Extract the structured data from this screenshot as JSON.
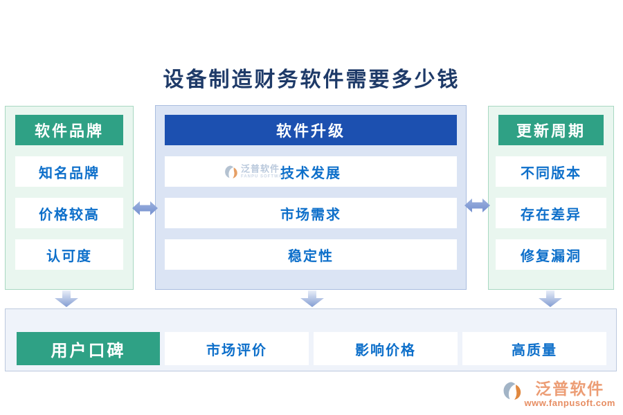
{
  "title": "设备制造财务软件需要多少钱",
  "columns": [
    {
      "header": "软件品牌",
      "accent": "#2fa185",
      "items": [
        "知名品牌",
        "价格较高",
        "认可度"
      ]
    },
    {
      "header": "软件升级",
      "accent": "#1c50b0",
      "items": [
        "技术发展",
        "市场需求",
        "稳定性"
      ]
    },
    {
      "header": "更新周期",
      "accent": "#2fa185",
      "items": [
        "不同版本",
        "存在差异",
        "修复漏洞"
      ]
    }
  ],
  "bottom_row": {
    "header": "用户口碑",
    "items": [
      "市场评价",
      "影响价格",
      "高质量"
    ]
  },
  "watermark": {
    "brand": "泛普软件",
    "brand_en": "FANPU SOFTWARE"
  },
  "footer_logo": {
    "brand": "泛普软件",
    "url": "www.fanpusoft.com"
  },
  "icons": {
    "double-arrow-icon": "horizontal two-headed connector arrow",
    "down-arrow-icon": "downward flow arrow",
    "fanpu-logo-icon": "circular brand mark, slate and orange"
  },
  "colors": {
    "title_text": "#1e3a68",
    "item_text": "#0d6fca",
    "green_accent": "#2fa185",
    "blue_accent": "#1c50b0",
    "mint_panel": "#e9f6ef",
    "lavender_panel": "#dbe4f4",
    "bottom_panel": "#eff3fa",
    "connector_arrow": "#7d98d4",
    "logo_orange": "#ec9d75"
  }
}
